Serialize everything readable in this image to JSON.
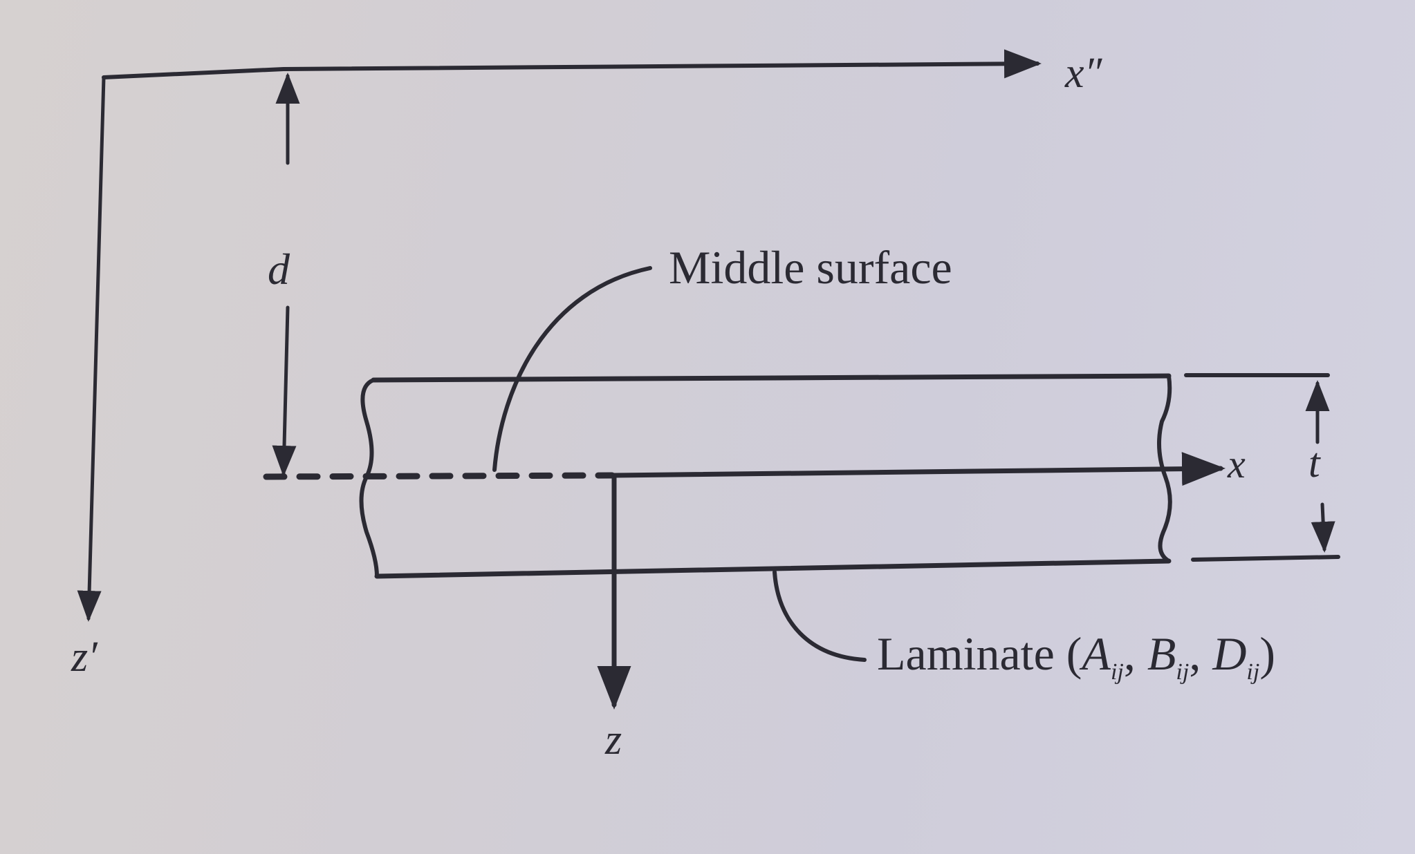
{
  "figure": {
    "type": "laminate coordinate system diagram",
    "labels": {
      "x_double_prime": "x″",
      "z_prime": "z′",
      "d": "d",
      "middle_surface": "Middle surface",
      "x": "x",
      "z": "z",
      "t": "t",
      "laminate_prefix": "Laminate (",
      "A": "A",
      "B": "B",
      "D": "D",
      "sub_ij": "ij",
      "comma": ", ",
      "laminate_suffix": ")"
    },
    "colors": {
      "ink": "#2b2a33",
      "paper": "#d3d0d8"
    }
  }
}
